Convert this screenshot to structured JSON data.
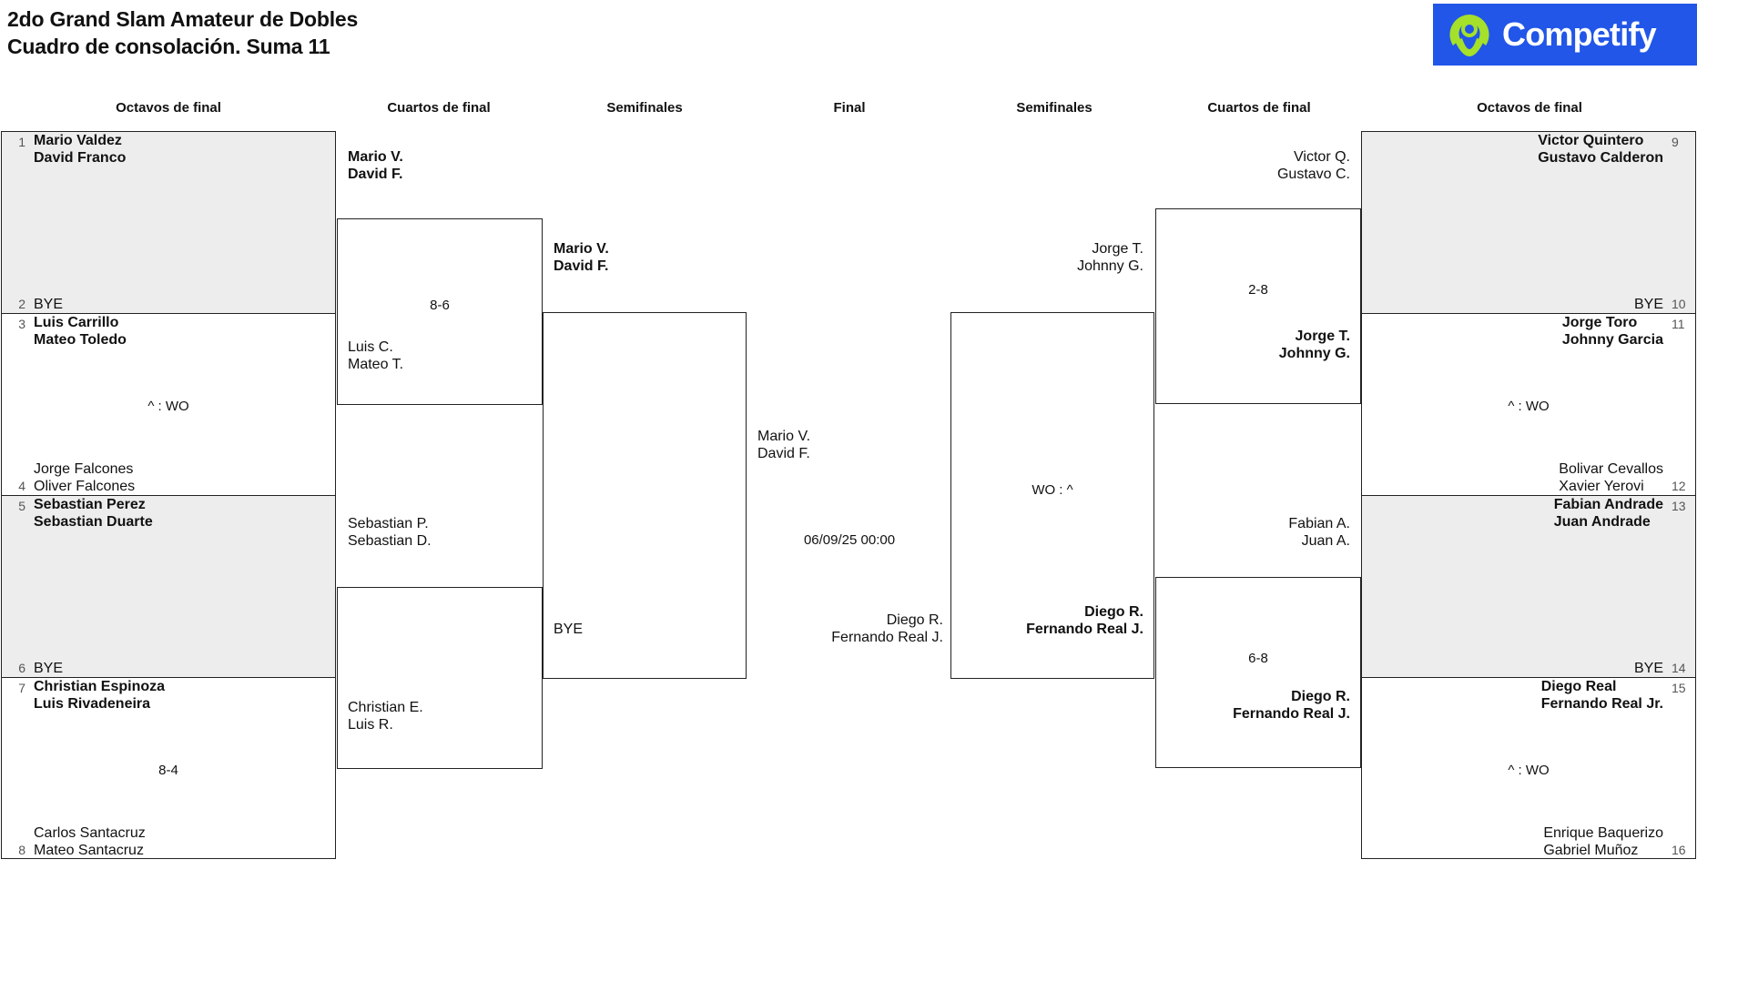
{
  "header": {
    "title_line1": "2do Grand Slam Amateur de Dobles",
    "title_line2": "Cuadro de consolación. Suma 11",
    "logo_text": "Competify",
    "logo_bg": "#2156e8",
    "logo_accent": "#a5e02a"
  },
  "round_headers": {
    "l_octavos": "Octavos de final",
    "l_cuartos": "Cuartos de final",
    "l_semis": "Semifinales",
    "final": "Final",
    "r_semis": "Semifinales",
    "r_cuartos": "Cuartos de final",
    "r_octavos": "Octavos de final"
  },
  "left_octavos": {
    "slots": [
      {
        "seed": "1",
        "l1": "Mario Valdez",
        "l2": "David Franco",
        "winner": true
      },
      {
        "seed": "2",
        "l1": "BYE",
        "l2": "",
        "winner": false
      },
      {
        "seed": "3",
        "l1": "Luis Carrillo",
        "l2": "Mateo Toledo",
        "winner": true
      },
      {
        "seed": "4",
        "l1": "Jorge Falcones",
        "l2": "Oliver Falcones",
        "winner": false
      },
      {
        "seed": "5",
        "l1": "Sebastian Perez",
        "l2": "Sebastian Duarte",
        "winner": true
      },
      {
        "seed": "6",
        "l1": "BYE",
        "l2": "",
        "winner": false
      },
      {
        "seed": "7",
        "l1": "Christian Espinoza",
        "l2": "Luis Rivadeneira",
        "winner": true
      },
      {
        "seed": "8",
        "l1": "Carlos Santacruz",
        "l2": "Mateo Santacruz",
        "winner": false
      }
    ],
    "scores": [
      "",
      "^ : WO",
      "",
      "8-4"
    ]
  },
  "right_octavos": {
    "slots": [
      {
        "seed": "9",
        "l1": "Victor Quintero",
        "l2": "Gustavo Calderon",
        "winner": true
      },
      {
        "seed": "10",
        "l1": "BYE",
        "l2": "",
        "winner": false
      },
      {
        "seed": "11",
        "l1": "Jorge Toro",
        "l2": "Johnny Garcia",
        "winner": true
      },
      {
        "seed": "12",
        "l1": "Bolivar Cevallos",
        "l2": "Xavier Yerovi",
        "winner": false
      },
      {
        "seed": "13",
        "l1": "Fabian Andrade",
        "l2": "Juan Andrade",
        "winner": true
      },
      {
        "seed": "14",
        "l1": "BYE",
        "l2": "",
        "winner": false
      },
      {
        "seed": "15",
        "l1": "Diego Real",
        "l2": "Fernando Real Jr.",
        "winner": true
      },
      {
        "seed": "16",
        "l1": "Enrique Baquerizo",
        "l2": "Gabriel Muñoz",
        "winner": false
      }
    ],
    "scores": [
      "",
      "^ : WO",
      "",
      "^ : WO"
    ]
  },
  "left_cuartos": {
    "m1": {
      "top_l1": "Mario V.",
      "top_l2": "David F.",
      "top_winner": true,
      "bot_l1": "Luis C.",
      "bot_l2": "Mateo T.",
      "bot_winner": false,
      "score": "8-6"
    },
    "m2": {
      "top_l1": "Sebastian P.",
      "top_l2": "Sebastian D.",
      "top_winner": false,
      "bot_l1": "Christian E.",
      "bot_l2": "Luis R.",
      "bot_winner": false,
      "score": ""
    }
  },
  "right_cuartos": {
    "m1": {
      "top_l1": "Victor Q.",
      "top_l2": "Gustavo C.",
      "top_winner": false,
      "bot_l1": "Jorge T.",
      "bot_l2": "Johnny G.",
      "bot_winner": true,
      "score": "2-8"
    },
    "m2": {
      "top_l1": "Fabian A.",
      "top_l2": "Juan A.",
      "top_winner": false,
      "bot_l1": "Diego R.",
      "bot_l2": "Fernando Real J.",
      "bot_winner": true,
      "score": "6-8"
    }
  },
  "left_semis": {
    "top_l1": "Mario V.",
    "top_l2": "David F.",
    "top_winner": true,
    "bot_l1": "BYE",
    "bot_l2": "",
    "bot_winner": false,
    "score": ""
  },
  "right_semis": {
    "top_l1": "Jorge T.",
    "top_l2": "Johnny G.",
    "top_winner": false,
    "bot_l1": "Diego R.",
    "bot_l2": "Fernando Real J.",
    "bot_winner": true,
    "score": "WO : ^"
  },
  "final": {
    "top_l1": "Mario V.",
    "top_l2": "David F.",
    "bot_l1": "Diego R.",
    "bot_l2": "Fernando Real J.",
    "datetime": "06/09/25 00:00"
  }
}
